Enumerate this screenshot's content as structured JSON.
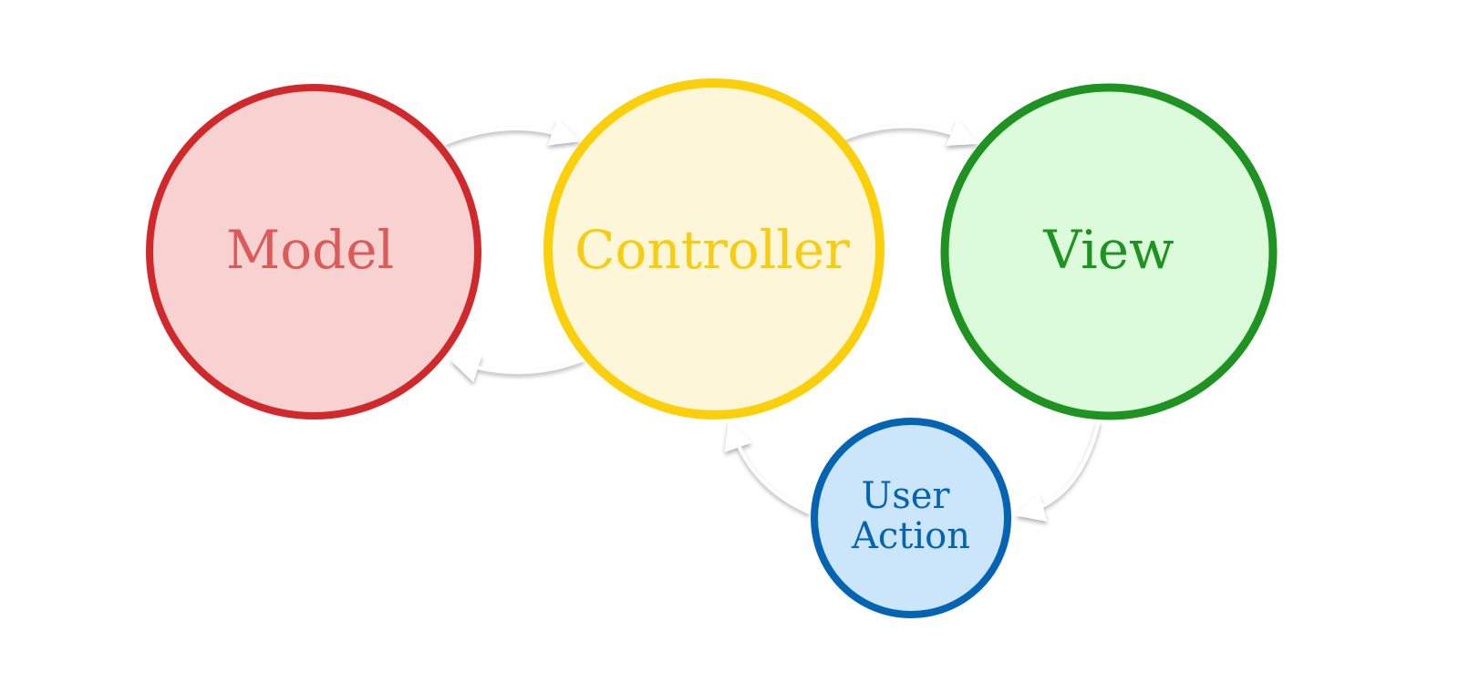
{
  "nodes": {
    "model": {
      "label": "Model",
      "stroke": "#d0282b",
      "fill": "#f8d1d1",
      "text": "#dc5a5a"
    },
    "controller": {
      "label": "Controller",
      "stroke": "#fbcf0a",
      "fill": "#fdf6d8",
      "text": "#f8cc10"
    },
    "view": {
      "label": "View",
      "stroke": "#1e9322",
      "fill": "#dbfbdb",
      "text": "#1e9322"
    },
    "user_action": {
      "label_line1": "User",
      "label_line2": "Action",
      "stroke": "#0563b4",
      "fill": "#cbe6fb",
      "text": "#0563b4"
    }
  },
  "edges": [
    {
      "from": "Model",
      "to": "Controller"
    },
    {
      "from": "Controller",
      "to": "Model"
    },
    {
      "from": "Controller",
      "to": "View"
    },
    {
      "from": "View",
      "to": "User Action"
    },
    {
      "from": "User Action",
      "to": "Controller"
    }
  ]
}
